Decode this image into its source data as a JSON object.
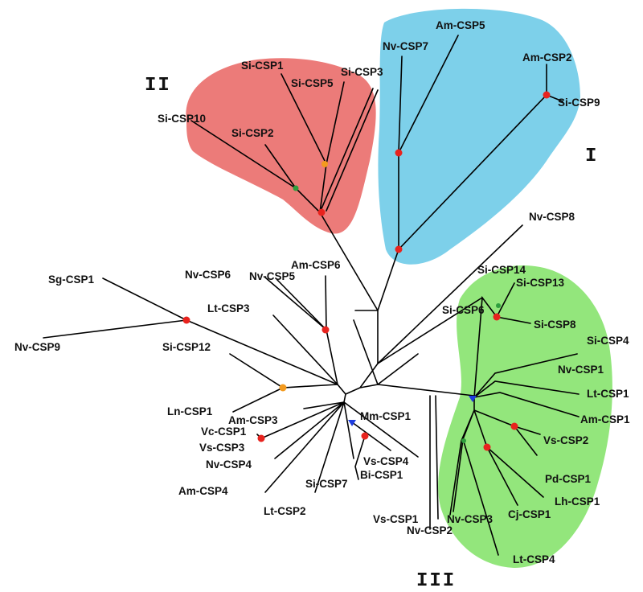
{
  "clades": [
    {
      "id": "I",
      "label": "I",
      "color": "#7dd0ea"
    },
    {
      "id": "II",
      "label": "II",
      "color": "#ec7b79"
    },
    {
      "id": "III",
      "label": "III",
      "color": "#93e67c"
    }
  ],
  "node_colors": {
    "red": "#e8231e",
    "orange": "#f39a1e",
    "green": "#2e9e3e",
    "blue": "#1f3de0"
  },
  "labels": {
    "am_csp5": "Am-CSP5",
    "nv_csp7": "Nv-CSP7",
    "am_csp2": "Am-CSP2",
    "si_csp9": "Si-CSP9",
    "si_csp1": "Si-CSP1",
    "si_csp5": "Si-CSP5",
    "si_csp3": "Si-CSP3",
    "si_csp10": "Si-CSP10",
    "si_csp2": "Si-CSP2",
    "nv_csp8": "Nv-CSP8",
    "am_csp6": "Am-CSP6",
    "nv_csp6": "Nv-CSP6",
    "nv_csp5": "Nv-CSP5",
    "sg_csp1": "Sg-CSP1",
    "lt_csp3": "Lt-CSP3",
    "nv_csp9": "Nv-CSP9",
    "si_csp12": "Si-CSP12",
    "ln_csp1": "Ln-CSP1",
    "am_csp3": "Am-CSP3",
    "vc_csp1": "Vc-CSP1",
    "vs_csp3": "Vs-CSP3",
    "nv_csp4": "Nv-CSP4",
    "am_csp4": "Am-CSP4",
    "lt_csp2": "Lt-CSP2",
    "si_csp7": "Si-CSP7",
    "mm_csp1": "Mm-CSP1",
    "vs_csp4": "Vs-CSP4",
    "bi_csp1": "Bi-CSP1",
    "si_csp6": "Si-CSP6",
    "si_csp14": "Si-CSP14",
    "si_csp13": "Si-CSP13",
    "si_csp8": "Si-CSP8",
    "si_csp4": "Si-CSP4",
    "nv_csp1": "Nv-CSP1",
    "lt_csp1": "Lt-CSP1",
    "am_csp1": "Am-CSP1",
    "vs_csp2": "Vs-CSP2",
    "pd_csp1": "Pd-CSP1",
    "lh_csp1": "Lh-CSP1",
    "cj_csp1": "Cj-CSP1",
    "nv_csp3": "Nv-CSP3",
    "nv_csp2": "Nv-CSP2",
    "vs_csp1": "Vs-CSP1",
    "lt_csp4": "Lt-CSP4"
  }
}
